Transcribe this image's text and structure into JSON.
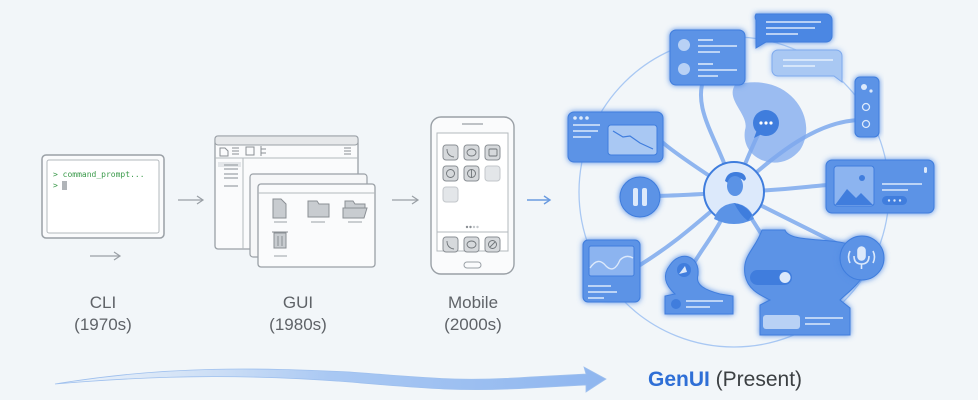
{
  "stages": [
    {
      "name": "CLI",
      "era": "(1970s)"
    },
    {
      "name": "GUI",
      "era": "(1980s)"
    },
    {
      "name": "Mobile",
      "era": "(2000s)"
    }
  ],
  "cli": {
    "prompt_line": "> command_prompt...",
    "cursor_line": ">"
  },
  "genui": {
    "brand": "GenUI",
    "suffix": " (Present)"
  },
  "icons": {
    "gui": [
      "file-icon",
      "list-icon",
      "folder-icon",
      "trash-icon",
      "menu-icon"
    ],
    "mobile": [
      "phone-icon",
      "chat-icon",
      "camera-icon",
      "share-icon",
      "globe-icon",
      "compass-icon"
    ],
    "genui": [
      "user-avatar-icon",
      "chat-bubble-icon",
      "image-icon",
      "chart-icon",
      "pause-icon",
      "microphone-icon",
      "toggle-icon",
      "paint-icon"
    ]
  },
  "colors": {
    "background": "#f2f6f9",
    "accent": "#2f6fd6",
    "node_fill": "#5b93e6",
    "node_light": "#a9c8f3",
    "legacy_stroke": "#8a8f94"
  }
}
